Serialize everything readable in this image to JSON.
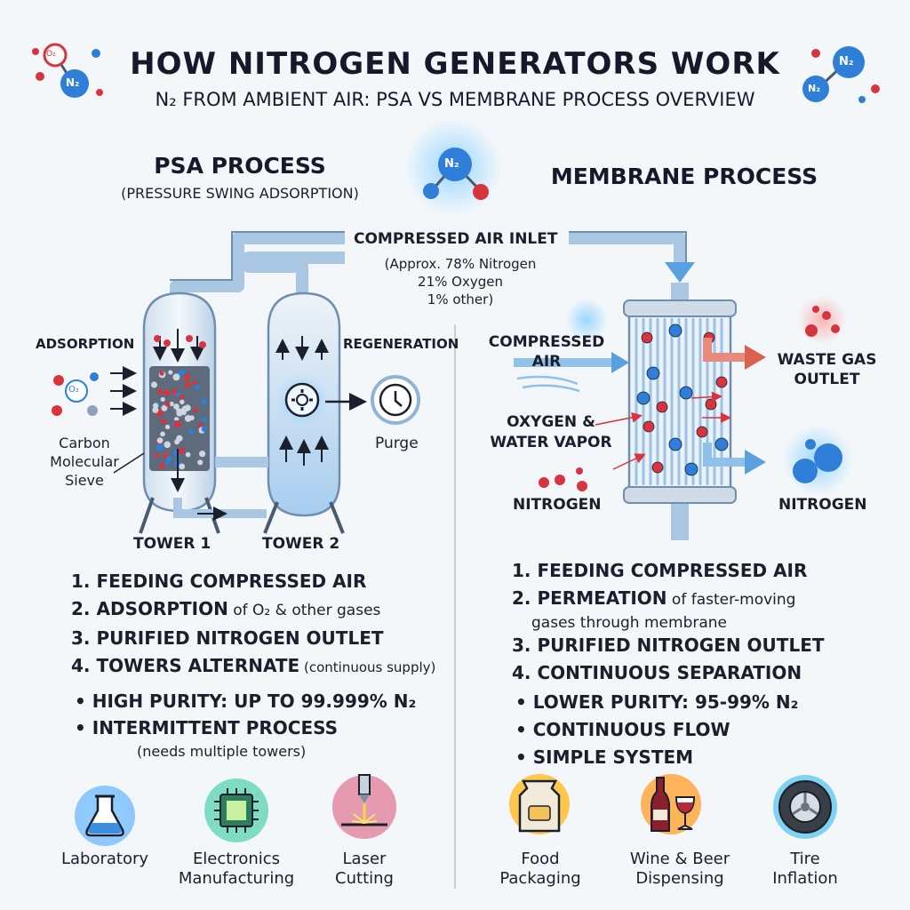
{
  "header": {
    "title": "HOW NITROGEN GENERATORS WORK",
    "subtitle": "N₂ FROM AMBIENT AIR: PSA VS MEMBRANE PROCESS OVERVIEW",
    "molecule_labels": {
      "o2": "O₂",
      "n2": "N₂"
    }
  },
  "psa": {
    "title": "PSA PROCESS",
    "subtitle": "(PRESSURE SWING ADSORPTION)",
    "adsorption_label": "ADSORPTION",
    "regeneration_label": "REGENERATION",
    "sieve_label": [
      "Carbon",
      "Molecular",
      "Sieve"
    ],
    "purge_label": "Purge",
    "tower1": "TOWER 1",
    "tower2": "TOWER 2",
    "steps": [
      {
        "num": "1.",
        "bold": "FEEDING COMPRESSED AIR",
        "rest": ""
      },
      {
        "num": "2.",
        "bold": "ADSORPTION",
        "rest": " of O₂ & other gases"
      },
      {
        "num": "3.",
        "bold": "PURIFIED NITROGEN OUTLET",
        "rest": ""
      },
      {
        "num": "4.",
        "bold": "TOWERS ALTERNATE",
        "rest": " (continuous supply)"
      }
    ],
    "bullets": [
      "HIGH PURITY: UP TO 99.999% N₂",
      "INTERMITTENT PROCESS"
    ],
    "bullet_note": "(needs multiple towers)"
  },
  "inlet": {
    "label": "COMPRESSED AIR INLET",
    "lines": [
      "(Approx. 78% Nitrogen",
      "21% Oxygen",
      "1% other)"
    ]
  },
  "membrane": {
    "title": "MEMBRANE PROCESS",
    "compressed_air": [
      "COMPRESSED",
      "AIR"
    ],
    "oxygen_water": [
      "OXYGEN &",
      "WATER VAPOR"
    ],
    "nitrogen_left": "NITROGEN",
    "waste_gas": [
      "WASTE GAS",
      "OUTLET"
    ],
    "nitrogen_right": "NITROGEN",
    "steps": [
      {
        "num": "1.",
        "bold": "FEEDING COMPRESSED AIR",
        "rest": ""
      },
      {
        "num": "2.",
        "bold": "PERMEATION",
        "rest": " of faster-moving"
      },
      {
        "num": "",
        "bold": "",
        "rest": "gases through membrane"
      },
      {
        "num": "3.",
        "bold": "PURIFIED NITROGEN OUTLET",
        "rest": ""
      },
      {
        "num": "4.",
        "bold": "CONTINUOUS SEPARATION",
        "rest": ""
      }
    ],
    "bullets": [
      "LOWER PURITY: 95-99% N₂",
      "CONTINUOUS FLOW",
      "SIMPLE SYSTEM"
    ]
  },
  "applications": [
    {
      "label": [
        "Laboratory"
      ],
      "icon": "flask-icon"
    },
    {
      "label": [
        "Electronics",
        "Manufacturing"
      ],
      "icon": "chip-icon"
    },
    {
      "label": [
        "Laser",
        "Cutting"
      ],
      "icon": "laser-icon"
    },
    {
      "label": [
        "Food",
        "Packaging"
      ],
      "icon": "food-bag-icon"
    },
    {
      "label": [
        "Wine & Beer",
        "Dispensing"
      ],
      "icon": "wine-icon"
    },
    {
      "label": [
        "Tire",
        "Inflation"
      ],
      "icon": "tire-icon"
    }
  ],
  "colors": {
    "oxygen": "#d6343f",
    "nitrogen": "#2f7fd8",
    "pipe": "#a9c6e3",
    "title": "#15192a"
  }
}
